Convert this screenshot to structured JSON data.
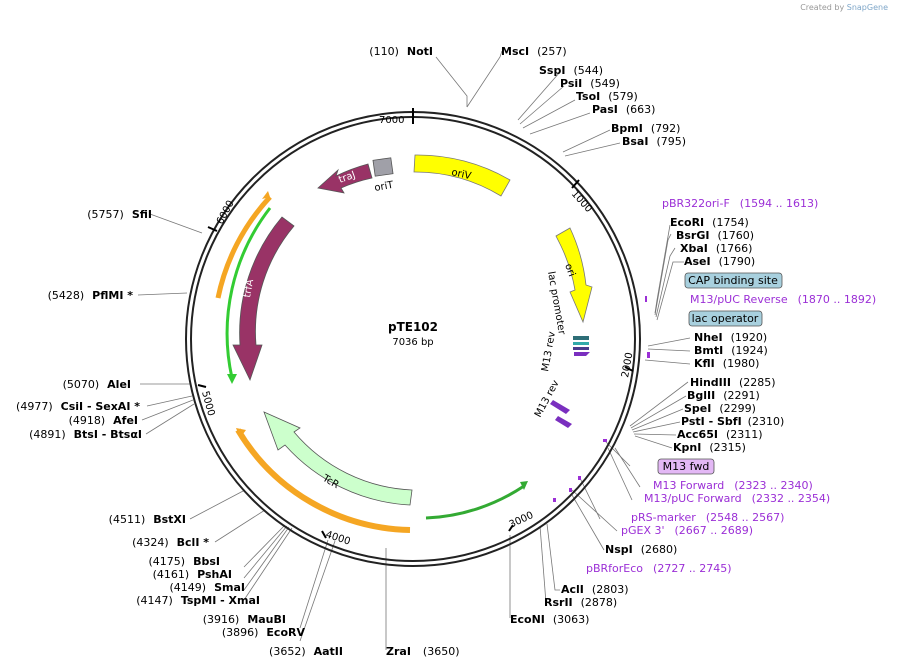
{
  "credit": {
    "prefix": "Created by",
    "brand": "SnapGene"
  },
  "plasmid": {
    "name": "pTE102",
    "size": "7036 bp"
  },
  "ticks": [
    "1000",
    "2000",
    "3000",
    "4000",
    "5000",
    "6000",
    "7000"
  ],
  "sites_right": [
    {
      "name": "MscI",
      "pos": "(257)"
    },
    {
      "name": "SspI",
      "pos": "(544)"
    },
    {
      "name": "PsiI",
      "pos": "(549)"
    },
    {
      "name": "TsoI",
      "pos": "(579)"
    },
    {
      "name": "PasI",
      "pos": "(663)"
    },
    {
      "name": "BpmI",
      "pos": "(792)"
    },
    {
      "name": "BsaI",
      "pos": "(795)"
    },
    {
      "name": "EcoRI",
      "pos": "(1754)"
    },
    {
      "name": "BsrGI",
      "pos": "(1760)"
    },
    {
      "name": "XbaI",
      "pos": "(1766)"
    },
    {
      "name": "AseI",
      "pos": "(1790)"
    },
    {
      "name": "NheI",
      "pos": "(1920)"
    },
    {
      "name": "BmtI",
      "pos": "(1924)"
    },
    {
      "name": "KflI",
      "pos": "(1980)"
    },
    {
      "name": "HindIII",
      "pos": "(2285)"
    },
    {
      "name": "BglII",
      "pos": "(2291)"
    },
    {
      "name": "SpeI",
      "pos": "(2299)"
    },
    {
      "name": "PstI  -  SbfI",
      "pos": "(2310)"
    },
    {
      "name": "Acc65I",
      "pos": "(2311)"
    },
    {
      "name": "KpnI",
      "pos": "(2315)"
    },
    {
      "name": "NspI",
      "pos": "(2680)"
    },
    {
      "name": "AclI",
      "pos": "(2803)"
    },
    {
      "name": "RsrII",
      "pos": "(2878)"
    },
    {
      "name": "EcoNI",
      "pos": "(3063)"
    },
    {
      "name": "ZraI",
      "pos": "(3650)"
    }
  ],
  "sites_left": [
    {
      "name": "NotI",
      "pos": "(110)"
    },
    {
      "name": "SfiI",
      "pos": "(5757)"
    },
    {
      "name": "PflMI *",
      "pos": "(5428)"
    },
    {
      "name": "AleI",
      "pos": "(5070)"
    },
    {
      "name": "CsiI   - SexAI *",
      "pos": "(4977)"
    },
    {
      "name": "AfeI",
      "pos": "(4918)"
    },
    {
      "name": "BtsI   - BtsαI",
      "pos": "(4891)"
    },
    {
      "name": "BstXI",
      "pos": "(4511)"
    },
    {
      "name": "BclI *",
      "pos": "(4324)"
    },
    {
      "name": "BbsI",
      "pos": "(4175)"
    },
    {
      "name": "PshAI",
      "pos": "(4161)"
    },
    {
      "name": "SmaI",
      "pos": "(4149)"
    },
    {
      "name": "TspMI   - XmaI",
      "pos": "(4147)"
    },
    {
      "name": "MauBI",
      "pos": "(3916)"
    },
    {
      "name": "EcoRV",
      "pos": "(3896)"
    },
    {
      "name": "AatII",
      "pos": "(3652)"
    }
  ],
  "primers": [
    {
      "name": "pBR322ori-F",
      "range": "(1594 .. 1613)"
    },
    {
      "name": "M13/pUC Reverse",
      "range": "(1870 .. 1892)"
    },
    {
      "name": "M13 Forward",
      "range": "(2323 .. 2340)"
    },
    {
      "name": "M13/pUC Forward",
      "range": "(2332 .. 2354)"
    },
    {
      "name": "pRS-marker",
      "range": "(2548 .. 2567)"
    },
    {
      "name": "pGEX 3'",
      "range": "(2667 .. 2689)"
    },
    {
      "name": "pBRforEco",
      "range": "(2727 .. 2745)"
    }
  ],
  "boxes": {
    "cap": "CAP binding site",
    "lacop": "lac operator",
    "m13fwd": "M13 fwd"
  },
  "features": {
    "oriV": "oriV",
    "ori": "ori",
    "oriT": "oriT",
    "traJ": "traJ",
    "trfA": "trfA",
    "TcR": "TcR",
    "lac_promoter": "lac promoter",
    "m13rev_1": "M13 rev",
    "m13rev_2": "M13 rev"
  },
  "colors": {
    "oriV": "#ffff00",
    "ori": "#ffff00",
    "traJ": "#993366",
    "trfA": "#993366",
    "oriT": "#a0a0a8",
    "TcR": "#ccffcc",
    "orange": "#f5a623",
    "green": "#33cc33",
    "primer": "#9b2fd6",
    "cap_box": "#a8d0de",
    "m13_box": "#e3b8f5"
  }
}
